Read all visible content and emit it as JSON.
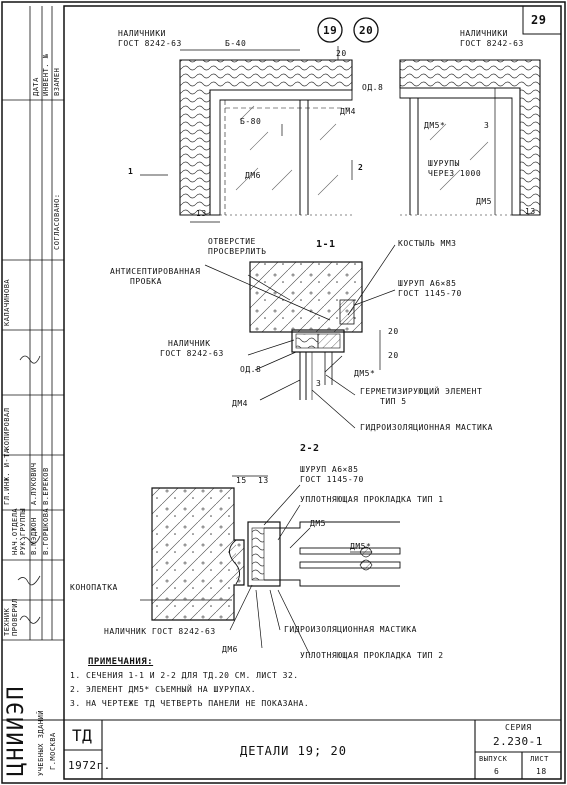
{
  "sheet_number": "29",
  "detail_markers": [
    "19",
    "20"
  ],
  "section_1_1": "1-1",
  "section_2_2": "2-2",
  "plan_labels": {
    "trim_left": "НАЛИЧНИКИ",
    "trim_left_gost": "ГОСТ 8242-63",
    "trim_right": "НАЛИЧНИКИ",
    "trim_right_gost": "ГОСТ 8242-63",
    "b40": "Б-40",
    "b80": "Б-80",
    "dm4": "ДМ4",
    "dm6": "ДМ6",
    "od8": "ОД.8",
    "dm5s": "ДМ5*",
    "dm5": "ДМ5",
    "screws": "ШУРУПЫ",
    "screws_step": "ЧЕРЕЗ 1000",
    "cut_1": "1",
    "cut_2": "2",
    "dim_20": "20",
    "dim_13": "13",
    "dim_3": "3"
  },
  "section1_labels": {
    "hole_1": "ОТВЕРСТИЕ",
    "hole_2": "ПРОСВЕРЛИТЬ",
    "plug_1": "АНТИСЕПТИРОВАННАЯ",
    "plug_2": "ПРОБКА",
    "crutch": "КОСТЫЛЬ ММ3",
    "screw": "ШУРУП А6×85",
    "screw_gost": "ГОСТ 1145-70",
    "trim": "НАЛИЧНИК",
    "trim_gost": "ГОСТ 8242-63",
    "od8": "ОД.8",
    "dm5s": "ДМ5*",
    "dm4": "ДМ4",
    "seal_elem_1": "ГЕРМЕТИЗИРУЮЩИЙ ЭЛЕМЕНТ",
    "seal_elem_2": "ТИП 5",
    "mastic": "ГИДРОИЗОЛЯЦИОННАЯ МАСТИКА",
    "dim_20a": "20",
    "dim_20b": "20",
    "dim_3": "3"
  },
  "section2_labels": {
    "dim_15": "15",
    "dim_13": "13",
    "screw": "ШУРУП А6×85",
    "screw_gost": "ГОСТ 1145-70",
    "gasket1": "УПЛОТНЯЮЩАЯ ПРОКЛАДКА ТИП 1",
    "dm5": "ДМ5",
    "dm5s": "ДМ5*",
    "caulk": "КОНОПАТКА",
    "trim": "НАЛИЧНИК ГОСТ 8242-63",
    "mastic": "ГИДРОИЗОЛЯЦИОННАЯ МАСТИКА",
    "dm6": "ДМ6",
    "gasket2": "УПЛОТНЯЮЩАЯ ПРОКЛАДКА ТИП 2"
  },
  "notes": {
    "heading": "ПРИМЕЧАНИЯ:",
    "lines": [
      "1. СЕЧЕНИЯ 1-1 И 2-2 ДЛЯ ТД.20 СМ. ЛИСТ 32.",
      "2. ЭЛЕМЕНТ ДМ5* СЪЕМНЫЙ НА ШУРУПАХ.",
      "3. НА ЧЕРТЕЖЕ ТД   ЧЕТВЕРТЬ ПАНЕЛИ НЕ ПОКАЗАНА."
    ]
  },
  "left_strip": {
    "top_table": [
      "ДАТА",
      "ИНВЕНТ. №",
      "ВЗАМЕН"
    ],
    "agreed": "СОГЛАСОВАНО:",
    "roles": [
      "КАЛАЧИНОВА",
      "КОПИРОВАЛ",
      "ГЛ.ИНЖ. И-ТА",
      "НАЧ.ОТДЕЛА",
      "РУК.ГРУППЫ",
      "ТЕХНИК",
      "ПРОВЕРИЛ"
    ],
    "names": [
      "А.ЛУКОВИЧ",
      "В.ЕРЕКОВ",
      "В.МЭДЖОН",
      "В.ГОРШКОВА"
    ]
  },
  "org": {
    "name": "ЦНИИЭП",
    "sub1": "УЧЕБНЫХ ЗДАНИЙ",
    "sub2": "Г.МОСКВА"
  },
  "title_block": {
    "code": "ТД",
    "year": "1972г.",
    "title": "ДЕТАЛИ 19; 20",
    "series_label": "СЕРИЯ",
    "series": "2.230-1",
    "issue_label": "ВЫПУСК",
    "issue": "6",
    "sheet_label": "ЛИСТ",
    "sheet": "18"
  },
  "colors": {
    "ink": "#111111",
    "paper": "#ffffff"
  }
}
